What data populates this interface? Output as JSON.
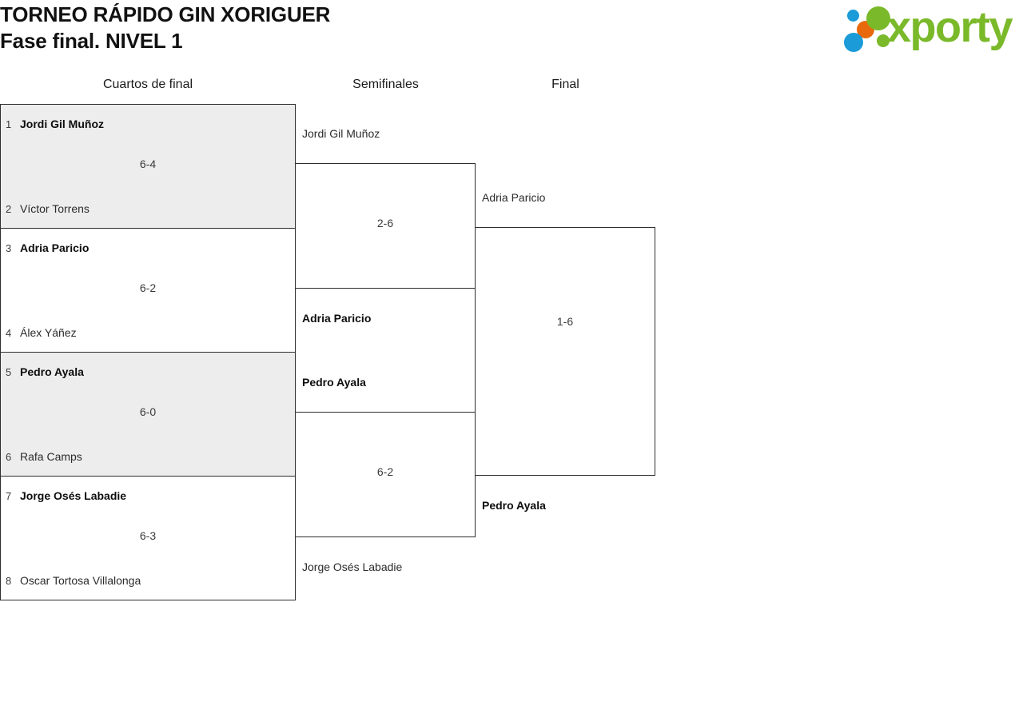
{
  "header": {
    "title_line_1": "TORNEO RÁPIDO GIN XORIGUER",
    "title_line_2": "Fase final. NIVEL 1"
  },
  "logo": {
    "wordmark": "xporty",
    "colors": {
      "green": "#7ab929",
      "blue": "#1b9bd8",
      "orange": "#e8690b"
    },
    "dots": [
      {
        "name": "blue-small",
        "color": "#1b9bd8"
      },
      {
        "name": "orange",
        "color": "#e8690b"
      },
      {
        "name": "blue-large",
        "color": "#1b9bd8"
      },
      {
        "name": "green-large",
        "color": "#7ab929"
      },
      {
        "name": "green-small",
        "color": "#7ab929"
      }
    ]
  },
  "rounds": [
    {
      "label": "Cuartos de final"
    },
    {
      "label": "Semifinales"
    },
    {
      "label": "Final"
    }
  ],
  "bracket": {
    "quarterfinals": [
      {
        "shaded": true,
        "score": "6-4",
        "top": {
          "seed": "1",
          "name": "Jordi Gil Muñoz",
          "winner": true
        },
        "bottom": {
          "seed": "2",
          "name": "Víctor Torrens",
          "winner": false
        }
      },
      {
        "shaded": false,
        "score": "6-2",
        "top": {
          "seed": "3",
          "name": "Adria Paricio",
          "winner": true
        },
        "bottom": {
          "seed": "4",
          "name": "Álex Yáñez",
          "winner": false
        }
      },
      {
        "shaded": true,
        "score": "6-0",
        "top": {
          "seed": "5",
          "name": "Pedro Ayala",
          "winner": true
        },
        "bottom": {
          "seed": "6",
          "name": "Rafa Camps",
          "winner": false
        }
      },
      {
        "shaded": false,
        "score": "6-3",
        "top": {
          "seed": "7",
          "name": "Jorge Osés Labadie",
          "winner": true
        },
        "bottom": {
          "seed": "8",
          "name": "Oscar Tortosa Villalonga",
          "winner": false
        }
      }
    ],
    "semifinals": [
      {
        "shaded": false,
        "score": "2-6",
        "top": {
          "name": "Jordi Gil Muñoz",
          "winner": false
        },
        "bottom": {
          "name": "Adria Paricio",
          "winner": true
        }
      },
      {
        "shaded": false,
        "score": "6-2",
        "top": {
          "name": "Pedro Ayala",
          "winner": true
        },
        "bottom": {
          "name": "Jorge Osés Labadie",
          "winner": false
        }
      }
    ],
    "final": [
      {
        "shaded": false,
        "score": "1-6",
        "top": {
          "name": "Adria Paricio",
          "winner": false
        },
        "bottom": {
          "name": "Pedro Ayala",
          "winner": true
        }
      }
    ]
  }
}
